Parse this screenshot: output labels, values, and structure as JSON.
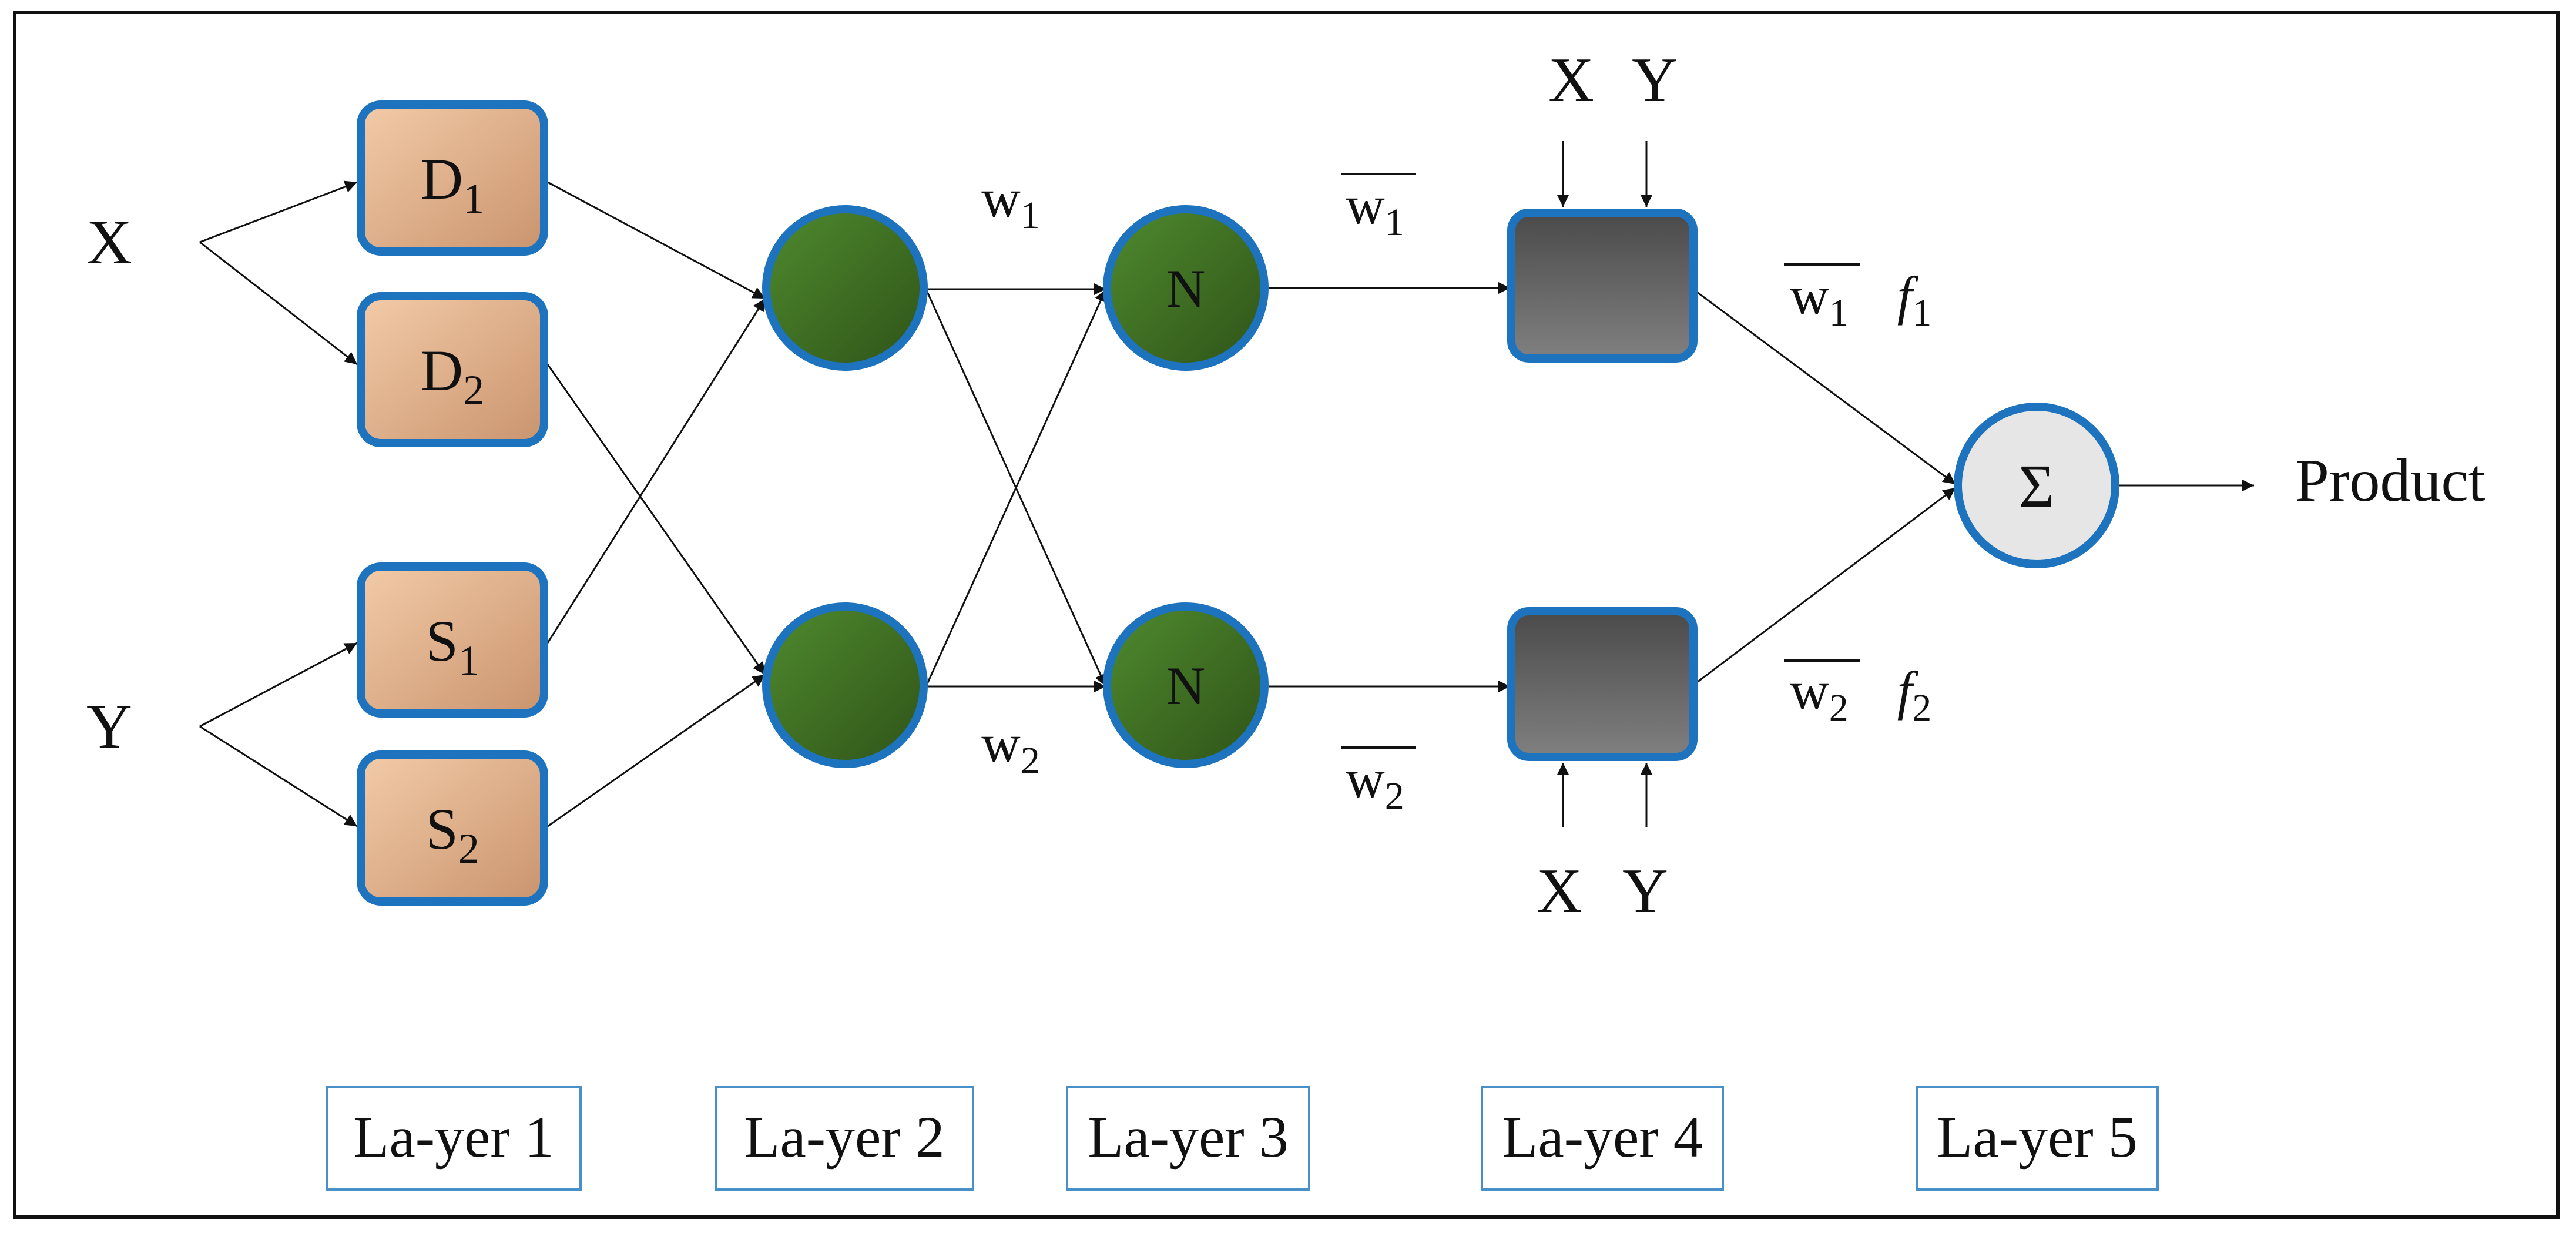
{
  "inputs": {
    "x": "X",
    "y": "Y"
  },
  "layer1": {
    "nodes": [
      {
        "letter": "D",
        "sub": "1"
      },
      {
        "letter": "D",
        "sub": "2"
      },
      {
        "letter": "S",
        "sub": "1"
      },
      {
        "letter": "S",
        "sub": "2"
      }
    ]
  },
  "layer3": {
    "node_label": "N"
  },
  "weights": {
    "w1": {
      "letter": "w",
      "sub": "1"
    },
    "w2": {
      "letter": "w",
      "sub": "2"
    }
  },
  "normalized": {
    "nw1": {
      "letter": "w",
      "sub": "1"
    },
    "nw2": {
      "letter": "w",
      "sub": "2"
    }
  },
  "layer4_inputs": {
    "x": "X",
    "y": "Y"
  },
  "rules": {
    "f1": {
      "letter": "f",
      "sub": "1"
    },
    "f2": {
      "letter": "f",
      "sub": "2"
    }
  },
  "sum_symbol": "Σ",
  "output_label": "Product",
  "layer_labels": [
    "La-yer 1",
    "La-yer 2",
    "La-yer 3",
    "La-yer 4",
    "La-yer 5"
  ],
  "colors": {
    "node_border": "#1e73be",
    "layer1_fill": "#e8b894",
    "layer2_fill": "#3d6b23",
    "layer4_fill": "#5e5e5e",
    "sum_fill": "#e6e6e6",
    "layer_box_border": "#4a90c8"
  }
}
